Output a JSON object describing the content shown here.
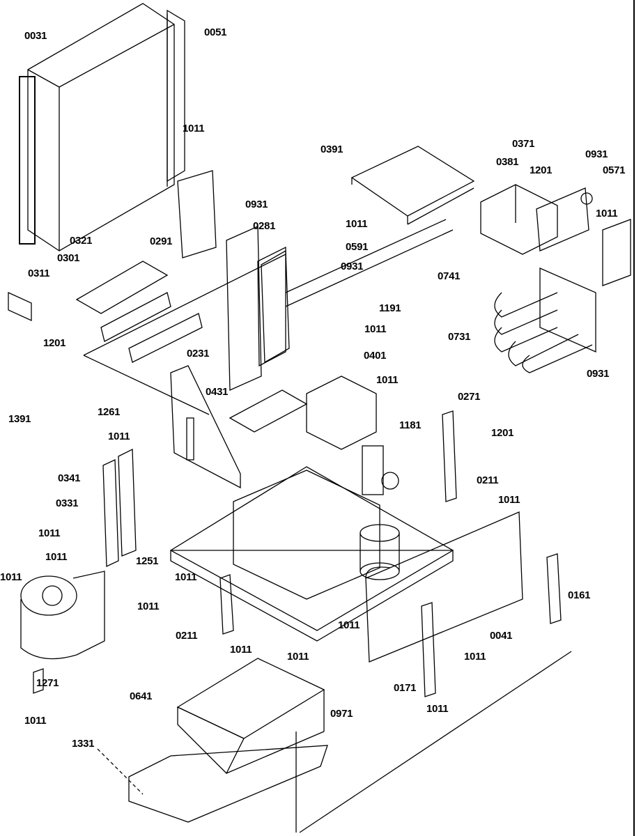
{
  "diagram": {
    "type": "exploded-parts-view",
    "line_color": "#000000",
    "background": "#ffffff",
    "callouts": [
      "0031",
      "0051",
      "1011",
      "0391",
      "0371",
      "0931",
      "0381",
      "1201",
      "0571",
      "1011",
      "0931",
      "0281",
      "1011",
      "0291",
      "0321",
      "0301",
      "0311",
      "0591",
      "0931",
      "0741",
      "1191",
      "0731",
      "1011",
      "1201",
      "0931",
      "0231",
      "0401",
      "1011",
      "1391",
      "0271",
      "0431",
      "1261",
      "1181",
      "1011",
      "1201",
      "0341",
      "0211",
      "0331",
      "1011",
      "1011",
      "1011",
      "1251",
      "1011",
      "1011",
      "1011",
      "0161",
      "1011",
      "0211",
      "0041",
      "1011",
      "1011",
      "1011",
      "0171",
      "1271",
      "0641",
      "0971",
      "1011",
      "1011",
      "1331"
    ]
  }
}
